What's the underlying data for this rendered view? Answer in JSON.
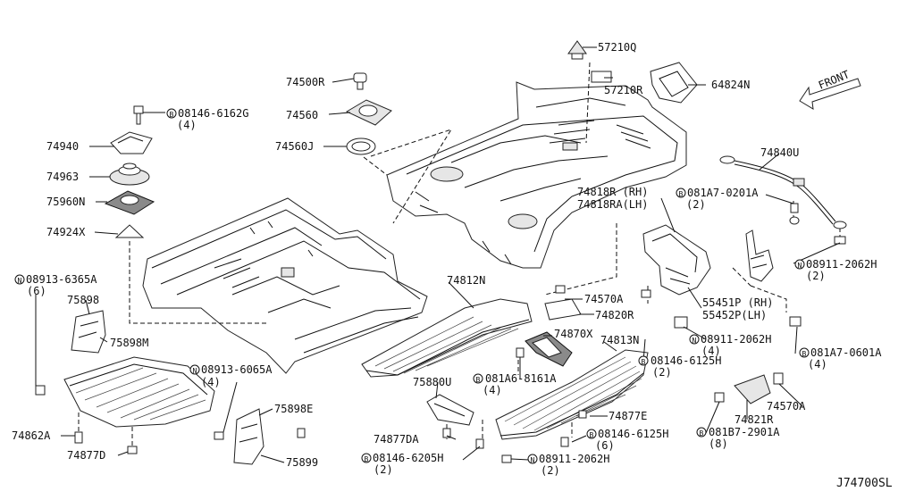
{
  "diagram_code": "J74700SL",
  "direction_label": "FRONT",
  "callouts": {
    "c57210Q": "57210Q",
    "c57210R": "57210R",
    "c64824N": "64824N",
    "c74500R": "74500R",
    "c74560": "74560",
    "c74560J": "74560J",
    "c08146_6162G": "08146-6162G",
    "c08146_6162G_qty": "(4)",
    "c74940": "74940",
    "c74963": "74963",
    "c75960N": "75960N",
    "c74924X": "74924X",
    "c08913_6365A": "08913-6365A",
    "c08913_6365A_qty": "(6)",
    "c75898": "75898",
    "c75898M": "75898M",
    "c74862A": "74862A",
    "c74877D": "74877D",
    "c08913_6065A": "08913-6065A",
    "c08913_6065A_qty": "(4)",
    "c75898E": "75898E",
    "c75899": "75899",
    "c74840U": "74840U",
    "c74818R": "74818R (RH)",
    "c74818RA": "74818RA(LH)",
    "c081A7_0201A": "081A7-0201A",
    "c081A7_0201A_qty": "(2)",
    "c08911_2062H_a": "08911-2062H",
    "c08911_2062H_a_qty": "(2)",
    "c55451P": "55451P (RH)",
    "c55452P": "55452P(LH)",
    "c08911_2062H_b": "08911-2062H",
    "c08911_2062H_b_qty": "(4)",
    "c081A7_0601A": "081A7-0601A",
    "c081A7_0601A_qty": "(4)",
    "c74812N": "74812N",
    "c74570A_a": "74570A",
    "c74820R": "74820R",
    "c74870X": "74870X",
    "c74813N": "74813N",
    "c08146_6125H_a": "08146-6125H",
    "c08146_6125H_a_qty": "(2)",
    "c081A6_8161A": "081A6-8161A",
    "c081A6_8161A_qty": "(4)",
    "c75880U": "75880U",
    "c74877E": "74877E",
    "c74877DA": "74877DA",
    "c08146_6125H_b": "08146-6125H",
    "c08146_6125H_b_qty": "(6)",
    "c08146_6205H": "08146-6205H",
    "c08146_6205H_qty": "(2)",
    "c08911_2062H_c": "08911-2062H",
    "c08911_2062H_c_qty": "(2)",
    "c74570A_b": "74570A",
    "c74821R": "74821R",
    "c081B7_2901A": "081B7-2901A",
    "c081B7_2901A_qty": "(8)"
  },
  "symbols": {
    "bolt_prefix": "B",
    "nut_prefix": "N"
  }
}
